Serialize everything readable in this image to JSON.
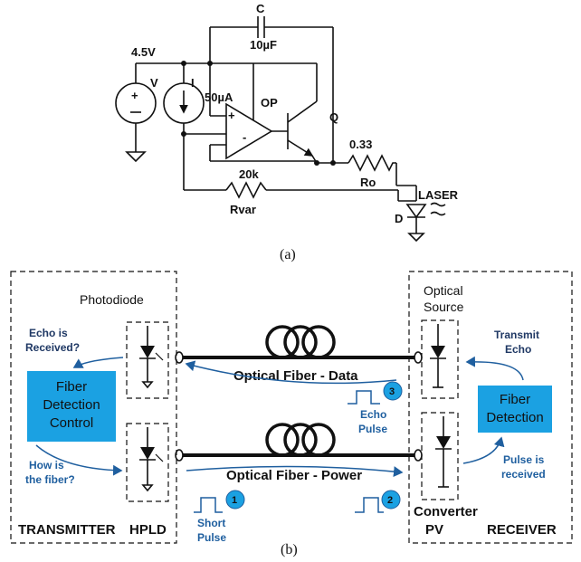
{
  "circuit": {
    "capacitor_name": "C",
    "capacitor_value": "10µF",
    "supply": "4.5V",
    "source_v": "V",
    "source_i": "I",
    "current": "50µA",
    "opamp": "OP",
    "transistor": "Q",
    "ro_value": "0.33",
    "ro_name": "Ro",
    "rvar_value": "20k",
    "rvar_name": "Rvar",
    "laser": "LASER",
    "diode": "D",
    "plus": "+",
    "minus": "-",
    "caption": "(a)"
  },
  "system": {
    "photodiode": "Photodiode",
    "optical_source_1": "Optical",
    "optical_source_2": "Source",
    "echo_received_1": "Echo is",
    "echo_received_2": "Received?",
    "transmit_echo_1": "Transmit",
    "transmit_echo_2": "Echo",
    "fiber_control_1": "Fiber",
    "fiber_control_2": "Detection",
    "fiber_control_3": "Control",
    "fiber_detection_1": "Fiber",
    "fiber_detection_2": "Detection",
    "fiber_data": "Optical Fiber - Data",
    "fiber_power": "Optical Fiber - Power",
    "echo_pulse_1": "Echo",
    "echo_pulse_2": "Pulse",
    "how_fiber_1": "How is",
    "how_fiber_2": "the fiber?",
    "pulse_received_1": "Pulse is",
    "pulse_received_2": "received",
    "transmitter": "TRANSMITTER",
    "hpld": "HPLD",
    "short_pulse_1": "Short",
    "short_pulse_2": "Pulse",
    "converter": "Converter",
    "pv": "PV",
    "receiver": "RECEIVER",
    "step1": "1",
    "step2": "2",
    "step3": "3",
    "caption": "(b)"
  },
  "colors": {
    "box_fill": "#1ba1e2",
    "arrow": "#1f5f9f",
    "label_navy": "#1f3864"
  }
}
